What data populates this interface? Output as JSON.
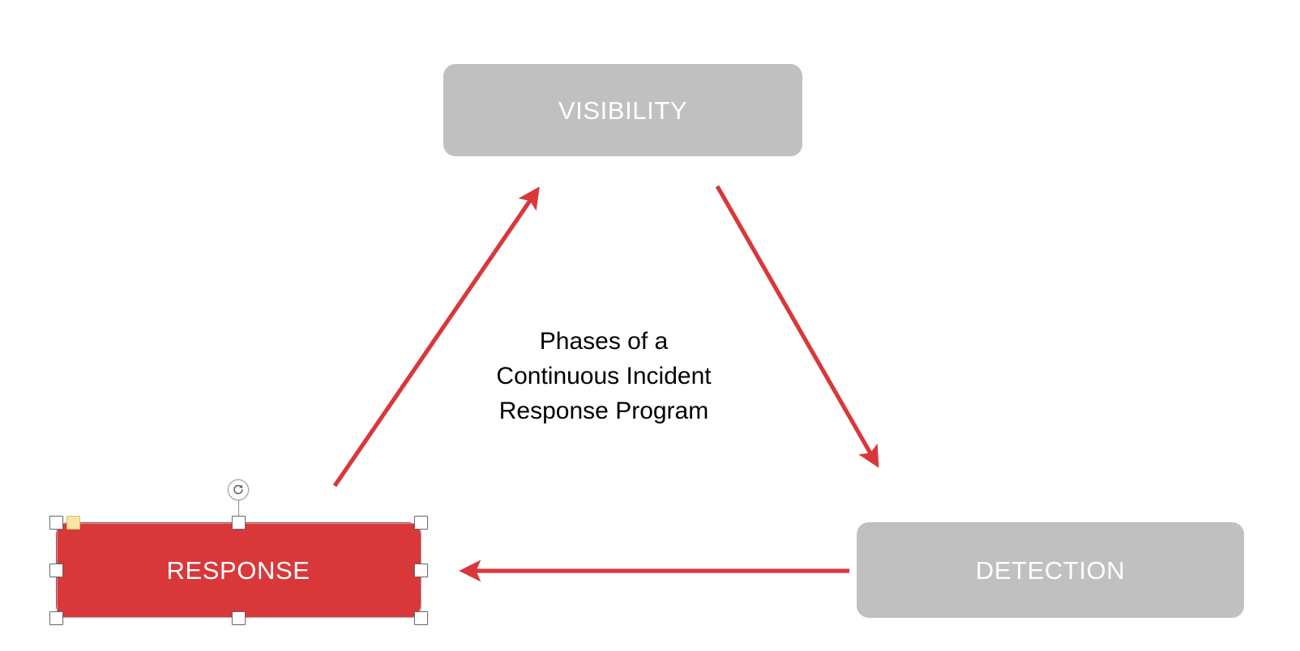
{
  "slide": {
    "background_color": "#ffffff",
    "center_caption": "Phases of a\nContinuous Incident\nResponse Program"
  },
  "shapes": [
    {
      "id": "visibility",
      "label": "VISIBILITY",
      "fill": "#c0c0c0",
      "text_color": "#ffffff",
      "selected": "false"
    },
    {
      "id": "detection",
      "label": "DETECTION",
      "fill": "#c0c0c0",
      "text_color": "#ffffff",
      "selected": "false"
    },
    {
      "id": "response",
      "label": "RESPONSE",
      "fill": "#d9383b",
      "text_color": "#ffffff",
      "selected": "true"
    }
  ],
  "connectors": [
    {
      "id": "response-to-visibility",
      "from": "RESPONSE",
      "to": "VISIBILITY",
      "color": "#d9383b",
      "direction": "up-right"
    },
    {
      "id": "visibility-to-detection",
      "from": "VISIBILITY",
      "to": "DETECTION",
      "color": "#d9383b",
      "direction": "down-right"
    },
    {
      "id": "detection-to-response",
      "from": "DETECTION",
      "to": "RESPONSE",
      "color": "#d9383b",
      "direction": "left"
    }
  ],
  "selection": {
    "target": "RESPONSE",
    "frame_color": "#a6a6a6",
    "handle_fill": "#ffffff",
    "handle_border": "#6e6e6e",
    "adjust_handle_fill": "#f7e6a3",
    "rotate_icon": "rotate-clockwise-icon",
    "handle_names": [
      "top-left",
      "top-center",
      "top-right",
      "middle-left",
      "middle-right",
      "bottom-left",
      "bottom-center",
      "bottom-right"
    ]
  }
}
